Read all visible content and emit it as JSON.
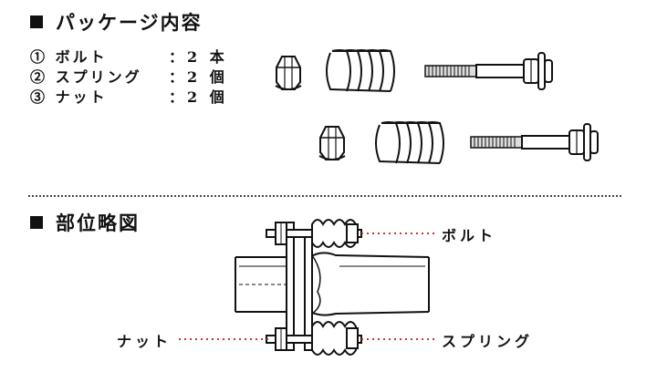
{
  "package": {
    "heading": "パッケージ内容",
    "items": [
      {
        "num": "①",
        "name": "ボルト",
        "qty": "：2 本"
      },
      {
        "num": "②",
        "name": "スプリング",
        "qty": "：2 個"
      },
      {
        "num": "③",
        "name": "ナット",
        "qty": "：2 個"
      }
    ]
  },
  "diagram": {
    "heading": "部位略図",
    "labels": {
      "bolt": "ボルト",
      "nut": "ナット",
      "spring": "スプリング"
    },
    "leader_color": "#c0392b"
  }
}
